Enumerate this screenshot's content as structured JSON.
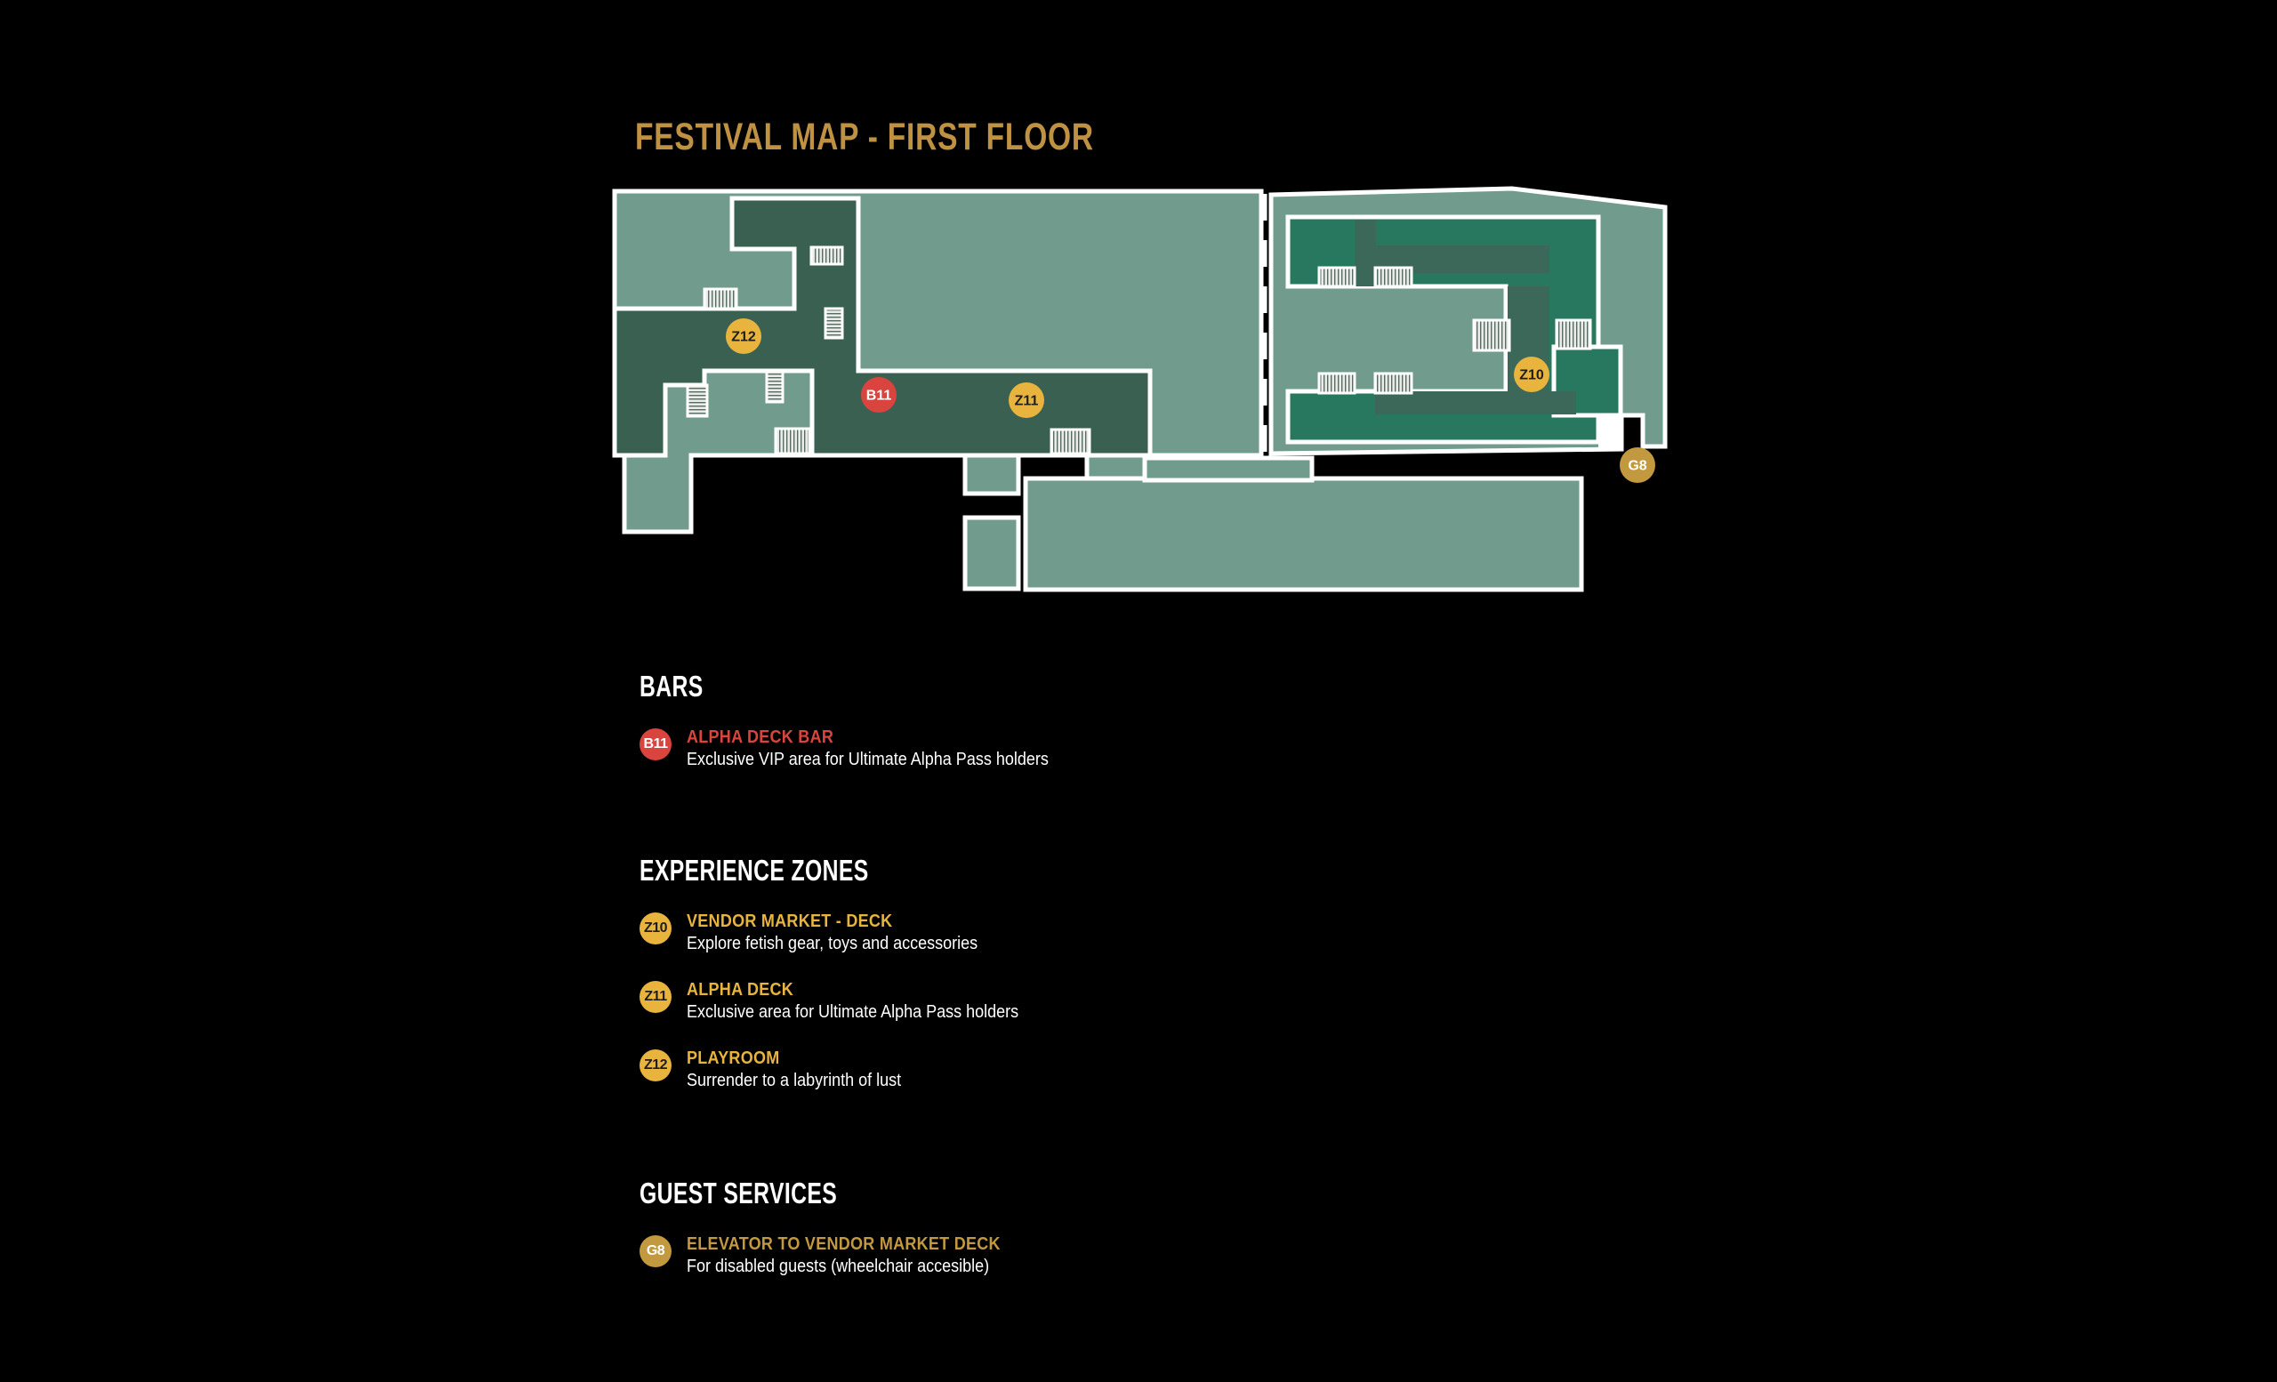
{
  "title": {
    "text": "FESTIVAL MAP - FIRST FLOOR",
    "color": "#bf9243"
  },
  "map": {
    "colors": {
      "background": "#000000",
      "floor": "#719b8d",
      "zone_dark": "#3a6052",
      "market_green": "#27785f",
      "market_shadow": "#3c685a",
      "outline": "#ffffff",
      "stair_fill": "#e9ece9",
      "stair_stripe": "#5a6b63"
    },
    "marker_styles": {
      "zone": {
        "bg": "#e8b43e",
        "fg": "#1e1e1e"
      },
      "bar": {
        "bg": "#d9453e",
        "fg": "#ffffff"
      },
      "service": {
        "bg": "#c2993f",
        "fg": "#ffffff"
      }
    },
    "markers": [
      {
        "id": "Z12",
        "label": "Z12",
        "kind": "zone"
      },
      {
        "id": "B11",
        "label": "B11",
        "kind": "bar"
      },
      {
        "id": "Z11",
        "label": "Z11",
        "kind": "zone"
      },
      {
        "id": "Z10",
        "label": "Z10",
        "kind": "zone"
      },
      {
        "id": "G8",
        "label": "G8",
        "kind": "service"
      }
    ],
    "icons": {
      "stairs": "stairs-icon"
    }
  },
  "legend": {
    "sections": [
      {
        "heading": "BARS",
        "items": [
          {
            "code": "B11",
            "kind": "bar",
            "title": "ALPHA DECK BAR",
            "title_color": "#d9453e",
            "description": "Exclusive VIP area for Ultimate Alpha Pass holders"
          }
        ]
      },
      {
        "heading": "EXPERIENCE ZONES",
        "items": [
          {
            "code": "Z10",
            "kind": "zone",
            "title": "VENDOR MARKET - DECK",
            "title_color": "#e8b43e",
            "description": "Explore fetish gear, toys and accessories"
          },
          {
            "code": "Z11",
            "kind": "zone",
            "title": "ALPHA DECK",
            "title_color": "#e8b43e",
            "description": "Exclusive area for Ultimate Alpha Pass holders"
          },
          {
            "code": "Z12",
            "kind": "zone",
            "title": "PLAYROOM",
            "title_color": "#e8b43e",
            "description": "Surrender to a labyrinth of lust"
          }
        ]
      },
      {
        "heading": "GUEST SERVICES",
        "items": [
          {
            "code": "G8",
            "kind": "service",
            "title": "ELEVATOR TO VENDOR MARKET DECK",
            "title_color": "#c2993f",
            "description": "For disabled guests (wheelchair accesible)"
          }
        ]
      }
    ]
  }
}
